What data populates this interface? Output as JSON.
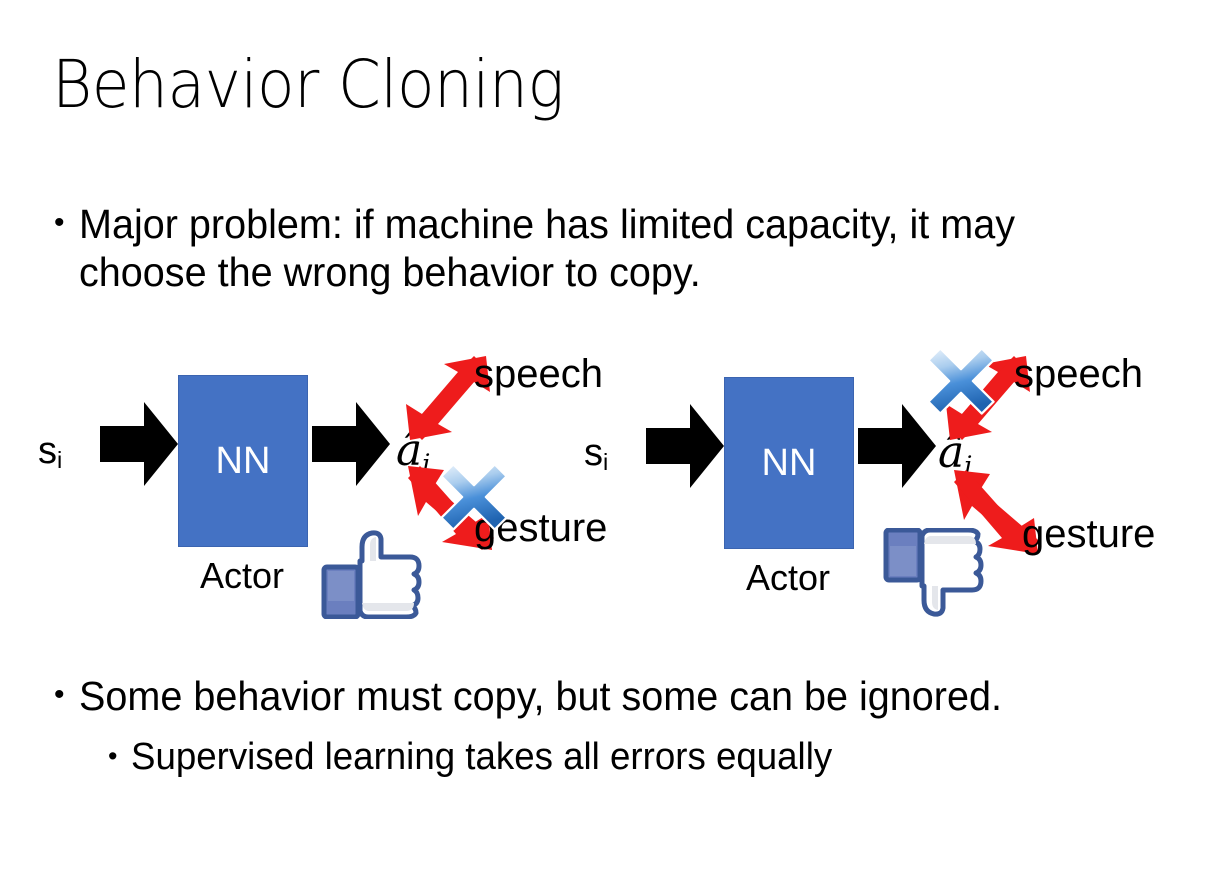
{
  "slide": {
    "title": "Behavior Cloning",
    "background_color": "#FFFFFF",
    "bullets": [
      {
        "id": "problem",
        "marker": "•",
        "level": 1,
        "text": "Major problem: if machine has limited capacity, it may choose the wrong behavior to copy."
      },
      {
        "id": "some-behavior",
        "marker": "•",
        "level": 1,
        "text": "Some behavior must copy, but some can be ignored."
      },
      {
        "id": "supervised",
        "marker": "•",
        "level": 2,
        "text": "Supervised learning takes all errors equally"
      }
    ]
  },
  "colors": {
    "nn_box_fill": "#4472C4",
    "nn_box_border": "#3B64B0",
    "arrow_black": "#000000",
    "arrow_red": "#EE1C1C",
    "cross_blue_light": "#CFE2F8",
    "cross_blue_mid": "#5B9BD5",
    "cross_blue_dark": "#2E75B6",
    "hand_outline": "#3B5998",
    "hand_fill": "#FFFFFF",
    "hand_shadow": "#E4E6EB",
    "hand_cuff": "#6B7FBF",
    "text_black": "#000000",
    "nn_text": "#FFFFFF"
  },
  "diagrams": [
    {
      "id": "left-diagram",
      "state_label": "s",
      "state_sub": "i",
      "nn_label": "NN",
      "actor_label": "Actor",
      "action_label": "â",
      "action_sub": "i",
      "outputs": [
        {
          "name": "speech",
          "label": "speech",
          "crossed": false
        },
        {
          "name": "gesture",
          "label": "gesture",
          "crossed": true
        }
      ],
      "feedback_icon": "thumbs-up",
      "feedback_meaning": "good"
    },
    {
      "id": "right-diagram",
      "state_label": "s",
      "state_sub": "i",
      "nn_label": "NN",
      "actor_label": "Actor",
      "action_label": "â",
      "action_sub": "i",
      "outputs": [
        {
          "name": "speech",
          "label": "speech",
          "crossed": true
        },
        {
          "name": "gesture",
          "label": "gesture",
          "crossed": false
        }
      ],
      "feedback_icon": "thumbs-down",
      "feedback_meaning": "bad"
    }
  ]
}
